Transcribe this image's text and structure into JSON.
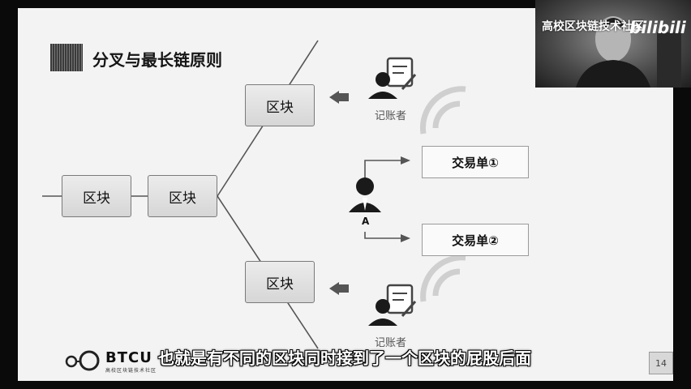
{
  "slide": {
    "title": "分叉与最长链原则",
    "blocks": [
      "区块",
      "区块",
      "区块",
      "区块"
    ],
    "transactions": [
      "交易单①",
      "交易单②"
    ],
    "bookkeeper_labels": [
      "记账者",
      "记账者"
    ],
    "person_label": "A",
    "page_number": "14",
    "logo_text": "BTCU",
    "logo_subtext": "高校区块链技术社区"
  },
  "subtitle": "也就是有不同的区块同时接到了一个区块的屁股后面",
  "overlay": {
    "webcam_caption": "高校区块链技术社区",
    "watermark": "bilibili"
  },
  "colors": {
    "background": "#f3f3f3",
    "block_fill": "#dcdcdc",
    "line": "#555555",
    "subtitle": "#ffffff"
  },
  "icons": [
    "bookkeeper-person-icon",
    "document-pen-icon",
    "wifi-signal-icon",
    "person-icon",
    "arrow-left-icon",
    "arrow-right-icon"
  ]
}
